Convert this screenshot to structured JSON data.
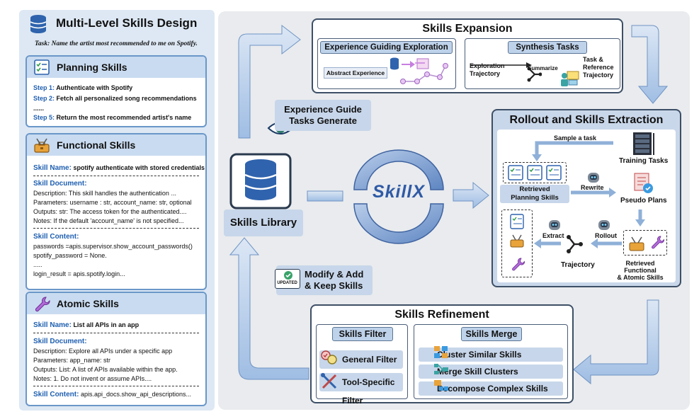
{
  "left": {
    "title": "Multi-Level Skills Design",
    "task": "Task: Name the artist most recommended to me on Spotify.",
    "planning": {
      "title": "Planning Skills",
      "steps": [
        {
          "k": "Step 1:",
          "v": "Authenticate with Spotify"
        },
        {
          "k": "Step 2:",
          "v": "Fetch all personalized song recommendations"
        },
        {
          "k": "",
          "v": "......"
        },
        {
          "k": "Step 5:",
          "v": "Return the most recommended artist's name"
        }
      ]
    },
    "functional": {
      "title": "Functional Skills",
      "name_label": "Skill Name:",
      "name_value": "spotify authenticate with stored credentials",
      "doc_label": "Skill Document:",
      "doc_lines": [
        "Description: This skill handles the authentication ...",
        "Parameters: username : str, account_name: str, optional",
        "Outputs: str: The access token for the authenticated....",
        "Notes: If the default 'account_name' is not specified..."
      ],
      "content_label": "Skill Content:",
      "content_lines": [
        "passwords =apis.supervisor.show_account_passwords()",
        "spotify_password = None.",
        ".....",
        "login_result = apis.spotify.login..."
      ]
    },
    "atomic": {
      "title": "Atomic Skills",
      "name_label": "Skill Name:",
      "name_value": "List all APIs in an app",
      "doc_label": "Skill Document:",
      "doc_lines": [
        "Description: Explore all APIs under a specific app",
        "Parameters: app_name: str",
        "Outputs: List: A list of APIs available within the app.",
        "Notes: 1. Do not invent or assume APIs...."
      ],
      "content_label": "Skill Content:",
      "content_value": "apis.api_docs.show_api_descriptions..."
    }
  },
  "center": {
    "library_label": "Skills Library",
    "logo_text": "SkillX",
    "guide_line1": "Experience Guide",
    "guide_line2": "Tasks Generate",
    "modify_line1": "Modify & Add",
    "modify_line2": "& Keep Skills",
    "updated_badge": "UPDATED"
  },
  "expansion": {
    "title": "Skills Expansion",
    "guiding_title": "Experience Guiding Exploration",
    "abstract_label": "Abstract Experience",
    "synthesis_title": "Synthesis Tasks",
    "exploration_line1": "Exploration",
    "exploration_line2": "Trajectory",
    "summarize_label": "Summarize",
    "task_ref_lines": [
      "Task &",
      "Reference",
      "Trajectory"
    ]
  },
  "rollout": {
    "title": "Rollout and Skills Extraction",
    "sample_label": "Sample a task",
    "training_label": "Training Tasks",
    "retrieved_planning_line1": "Retrieved",
    "retrieved_planning_line2": "Planning Skills",
    "rewrite_label": "Rewrite",
    "pseudo_label": "Pseudo Plans",
    "extract_label": "Extract",
    "rollout_label": "Rollout",
    "trajectory_label": "Trajectory",
    "retrieved_func_line1": "Retrieved Functional",
    "retrieved_func_line2": "& Atomic Skills"
  },
  "refinement": {
    "title": "Skills Refinement",
    "filter_title": "Skills Filter",
    "filters": [
      "General Filter",
      "Tool-Specific Filter"
    ],
    "merge_title": "Skills Merge",
    "merges": [
      "Cluster Similar Skills",
      "Merge Skill Clusters",
      "Decompose Complex Skills"
    ]
  }
}
